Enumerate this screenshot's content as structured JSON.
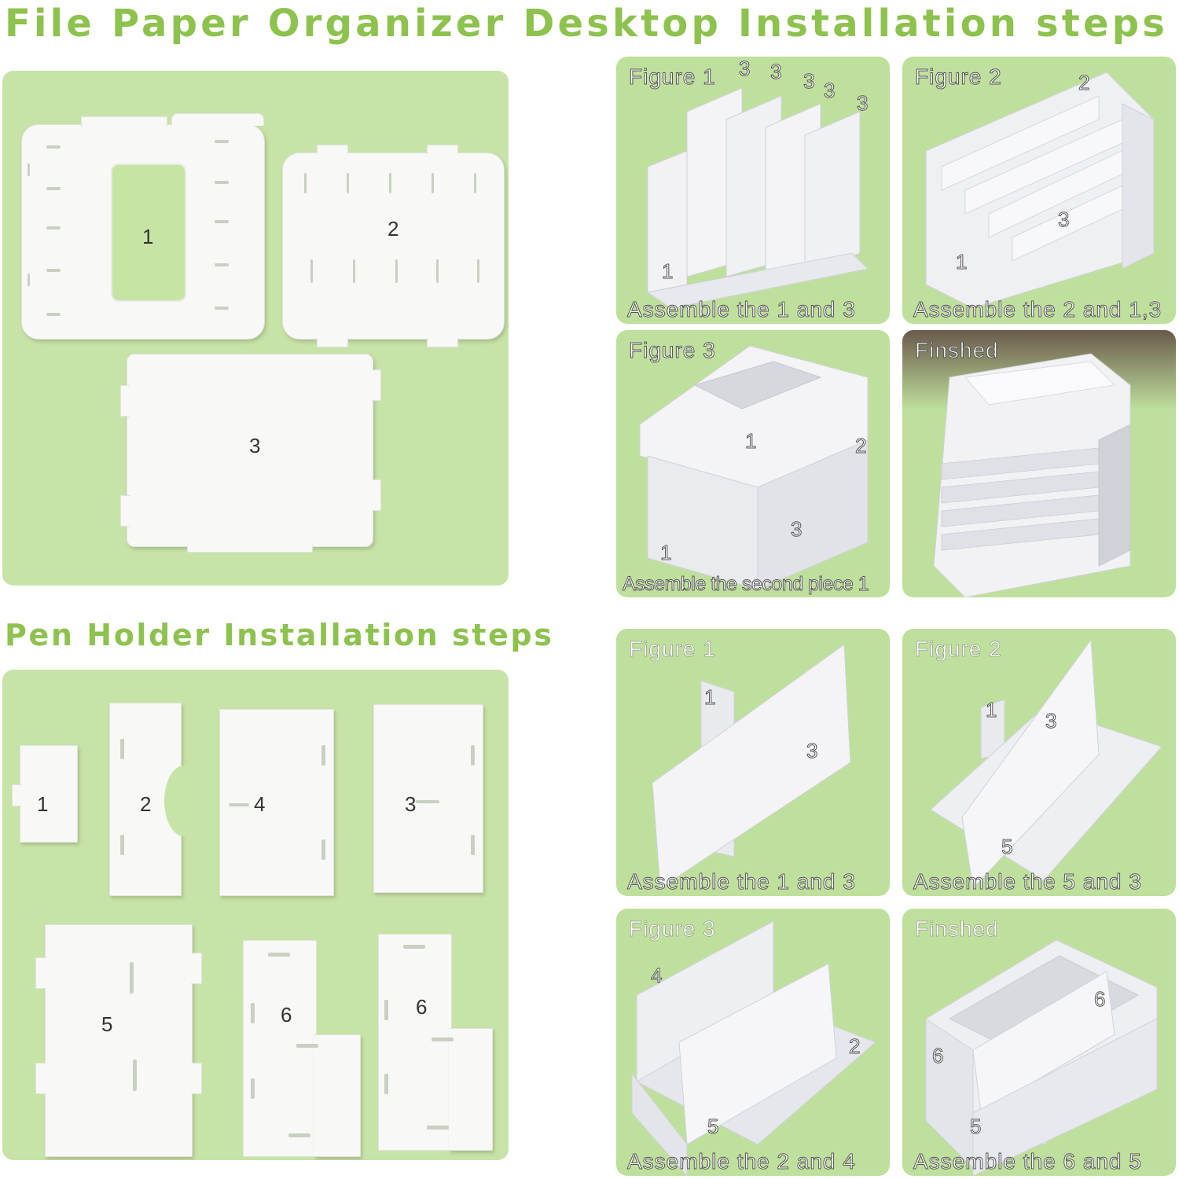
{
  "headings": {
    "main": "File Paper Organizer Desktop Installation steps",
    "pen": "Pen Holder Installation steps"
  },
  "organizer_parts": {
    "part1": "1",
    "part2": "2",
    "part3": "3"
  },
  "organizer_steps": [
    {
      "label": "Figure 1",
      "caption": "Assemble the 1 and 3",
      "numbers": [
        "3",
        "3",
        "3",
        "3",
        "3",
        "1"
      ]
    },
    {
      "label": "Figure 2",
      "caption": "Assemble the 2 and 1,3",
      "numbers": [
        "2",
        "3",
        "1"
      ]
    },
    {
      "label": "Figure 3",
      "caption": "Assemble the second piece 1",
      "numbers": [
        "1",
        "2",
        "3",
        "1"
      ]
    },
    {
      "label": "Finshed",
      "caption": "",
      "numbers": []
    }
  ],
  "pen_parts": {
    "p1": "1",
    "p2": "2",
    "p4": "4",
    "p3": "3",
    "p5": "5",
    "p6a": "6",
    "p6b": "6"
  },
  "pen_steps": [
    {
      "label": "Figure 1",
      "caption": "Assemble the 1 and 3",
      "numbers": [
        "1",
        "3"
      ]
    },
    {
      "label": "Figure 2",
      "caption": "Assemble the 5 and 3",
      "numbers": [
        "1",
        "3",
        "5"
      ]
    },
    {
      "label": "Figure 3",
      "caption": "Assemble the 2 and 4",
      "numbers": [
        "4",
        "2",
        "5"
      ]
    },
    {
      "label": "Finshed",
      "caption": "Assemble the 6 and 5",
      "numbers": [
        "6",
        "6",
        "5"
      ]
    }
  ],
  "colors": {
    "heading_green": "#8dc24e",
    "panel_green": "#c6e4a4",
    "board_white": "#f8f9f6"
  }
}
